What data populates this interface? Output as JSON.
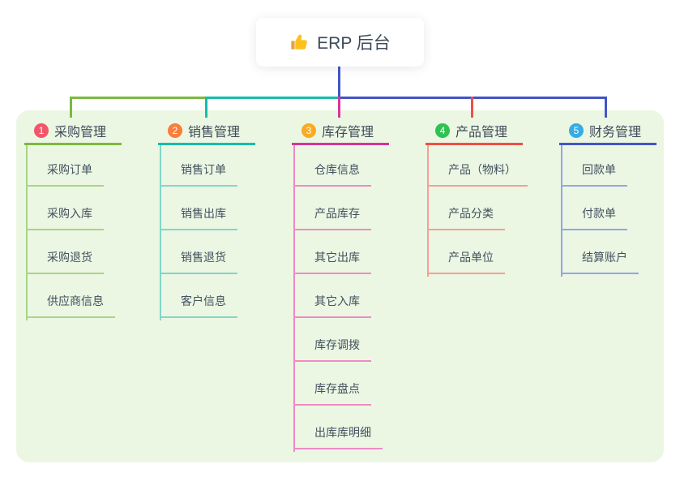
{
  "root": {
    "label": "ERP 后台",
    "icon": "thumbs-up-icon",
    "stem_color": "#4355c7"
  },
  "panel_color": "#ebf7e3",
  "branches": [
    {
      "number": "1",
      "label": "采购管理",
      "badge_color": "#f2566b",
      "line_color": "#7cb93f",
      "child_color": "#a9d488",
      "children": [
        "采购订单",
        "采购入库",
        "采购退货",
        "供应商信息"
      ]
    },
    {
      "number": "2",
      "label": "销售管理",
      "badge_color": "#fb7d3d",
      "line_color": "#17bcab",
      "child_color": "#83d5ca",
      "children": [
        "销售订单",
        "销售出库",
        "销售退货",
        "客户信息"
      ]
    },
    {
      "number": "3",
      "label": "库存管理",
      "badge_color": "#fbab21",
      "line_color": "#d6359a",
      "child_color": "#ef8ac5",
      "children": [
        "仓库信息",
        "产品库存",
        "其它出库",
        "其它入库",
        "库存调拨",
        "库存盘点",
        "出库库明细"
      ]
    },
    {
      "number": "4",
      "label": "产品管理",
      "badge_color": "#2fc252",
      "line_color": "#ef4f46",
      "child_color": "#f89d97",
      "children": [
        "产品（物料）",
        "产品分类",
        "产品单位"
      ]
    },
    {
      "number": "5",
      "label": "财务管理",
      "badge_color": "#36ace4",
      "line_color": "#4355c7",
      "child_color": "#94a5e5",
      "children": [
        "回款单",
        "付款单",
        "结算账户"
      ]
    }
  ]
}
